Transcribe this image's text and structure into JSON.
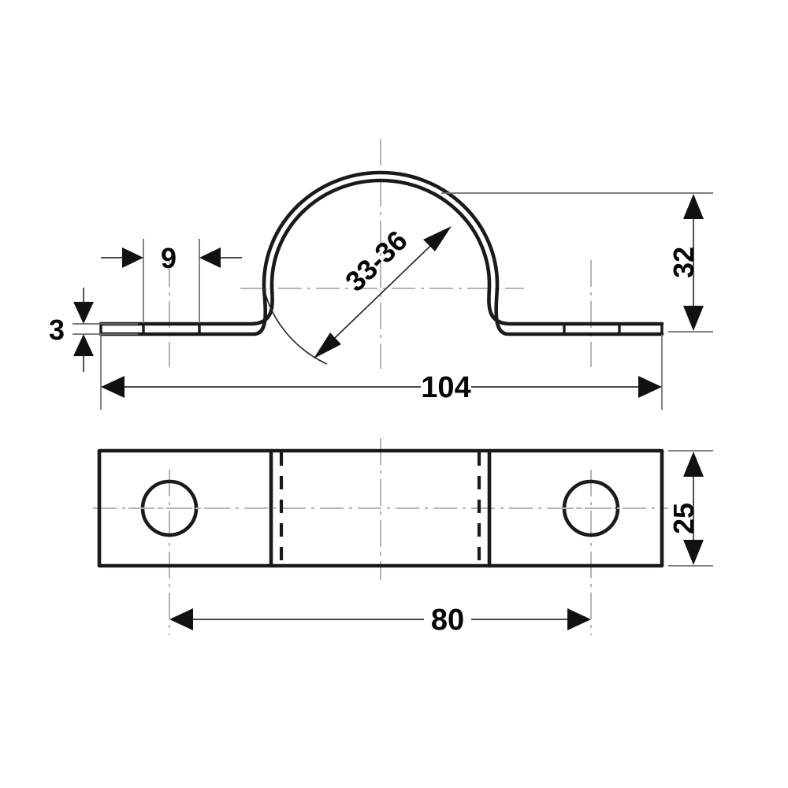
{
  "drawing": {
    "title": "Pipe saddle clamp — two view engineering drawing",
    "units": "mm",
    "background_color": "#ffffff",
    "line_color": "#1a1a1a",
    "centerline_color": "#b5b5b5",
    "dimension_color": "#4a4a4a"
  },
  "views": {
    "front": {
      "name": "front-elevation-view",
      "description": "Saddle clamp front elevation with arched center and flat flanges"
    },
    "plan": {
      "name": "plan-view",
      "description": "Flat strip plan view with two mounting holes and bend lines"
    }
  },
  "dimensions": {
    "strip_thickness": {
      "value": "3",
      "name": "thickness-dimension",
      "orientation": "vertical",
      "view": "front"
    },
    "flange_hole_offset": {
      "value": "9",
      "name": "flange-offset-dimension",
      "orientation": "horizontal",
      "view": "front"
    },
    "overall_height": {
      "value": "32",
      "name": "overall-height-dimension",
      "orientation": "vertical-rotated",
      "view": "front"
    },
    "overall_length": {
      "value": "104",
      "name": "overall-length-dimension",
      "orientation": "horizontal",
      "view": "front"
    },
    "bore_diameter": {
      "value": "33-36",
      "name": "bore-diameter-dimension",
      "orientation": "diagonal",
      "view": "front"
    },
    "strip_width": {
      "value": "25",
      "name": "strip-width-dimension",
      "orientation": "vertical-rotated",
      "view": "plan"
    },
    "hole_spacing": {
      "value": "80",
      "name": "hole-spacing-dimension",
      "orientation": "horizontal",
      "view": "plan"
    }
  },
  "chart_data": {
    "type": "diagram",
    "title": "Pipe saddle clamp",
    "annotations": [
      "3",
      "9",
      "32",
      "104",
      "33-36",
      "25",
      "80"
    ]
  }
}
